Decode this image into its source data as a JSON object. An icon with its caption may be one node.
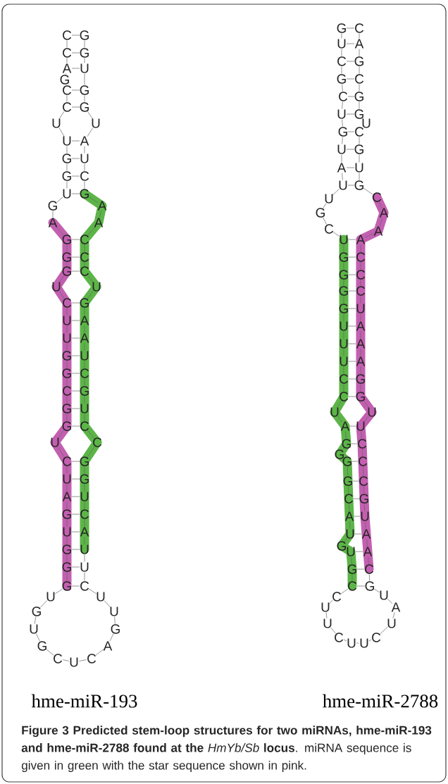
{
  "diagram": {
    "caption": "**Figure 3 Predicted stem-loop structures for two miRNAs, hme-miR-193 and hme-miR-2788 found at the** *HmYb/Sb* **locus**. miRNA sequence is given in green with the star sequence shown in pink.",
    "labels": [
      "C",
      "C",
      "A",
      "G",
      "C",
      "C",
      "U",
      "U",
      "G",
      "G",
      "U",
      "G",
      "A",
      "G",
      "G",
      "G",
      "U",
      "C",
      "U",
      "U",
      "G",
      "G",
      "C",
      "G",
      "G",
      "U",
      "C",
      "U",
      "A",
      "G",
      "U",
      "G",
      "G",
      "G",
      "U",
      "G",
      "U",
      "G",
      "C",
      "U",
      "C",
      "A",
      "G",
      "U",
      "U",
      "C",
      "U",
      "U",
      "A",
      "C",
      "U",
      "G",
      "G",
      "C",
      "C",
      "U",
      "G",
      "C",
      "U",
      "A",
      "A",
      "G",
      "U",
      "C",
      "C",
      "C",
      "A",
      "A",
      "G",
      "C",
      "U",
      "A",
      "U",
      "G",
      "G",
      "U",
      "G",
      "G",
      "G",
      "U",
      "C",
      "G",
      "C",
      "U",
      "G",
      "U",
      "A",
      "U",
      "U",
      "G",
      "C",
      "U",
      "G",
      "G",
      "G",
      "G",
      "U",
      "U",
      "U",
      "C",
      "C",
      "U",
      "A",
      "G",
      "G",
      "G",
      "G",
      "C",
      "A",
      "U",
      "G",
      "U",
      "G",
      "C",
      "C",
      "U",
      "U",
      "C",
      "U",
      "U",
      "C",
      "U",
      "A",
      "U",
      "G",
      "C",
      "A",
      "A",
      "U",
      "G",
      "C",
      "C",
      "C",
      "U",
      "U",
      "G",
      "G",
      "A",
      "A",
      "A",
      "U",
      "C",
      "C",
      "C",
      "A",
      "A",
      "A",
      "C",
      "G",
      "U",
      "G",
      "C",
      "U",
      "G",
      "G",
      "C",
      "G",
      "A",
      "C",
      "hme-miR-193",
      "hme-miR-2788"
    ]
  }
}
